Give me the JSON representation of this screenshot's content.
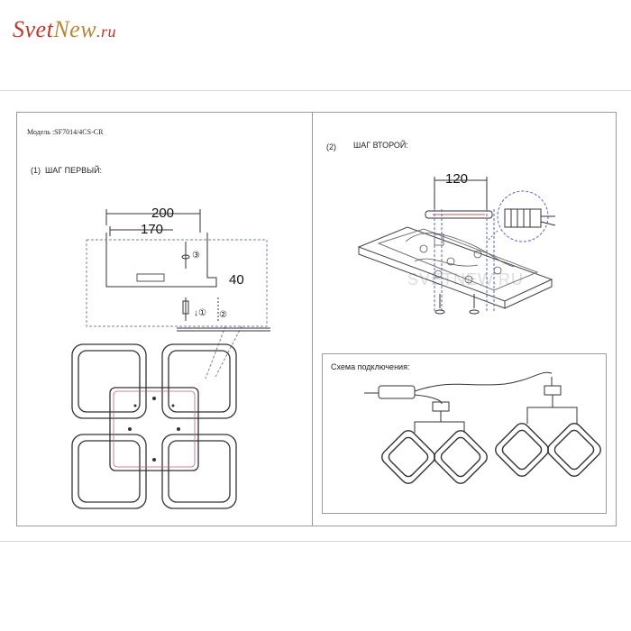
{
  "brand": {
    "logo_part1": "Svet",
    "logo_part2": "New",
    "logo_part3": ".ru"
  },
  "left_panel": {
    "model_label": "Модель :SF7014/4CS-CR",
    "step1_num": "(1)",
    "step1_label": "ШАГ ПЕРВЫЙ:",
    "dim_200": "200",
    "dim_170": "170",
    "dim_40": "40",
    "marker_3": "③",
    "marker_1": "↓①",
    "marker_2": "②"
  },
  "right_panel": {
    "step2_num": "(2)",
    "step2_label": "ШАГ ВТОРОЙ:",
    "dim_120": "120",
    "watermark": "SVETNEW.RU"
  },
  "wiring": {
    "title": "Схема подключения:"
  }
}
